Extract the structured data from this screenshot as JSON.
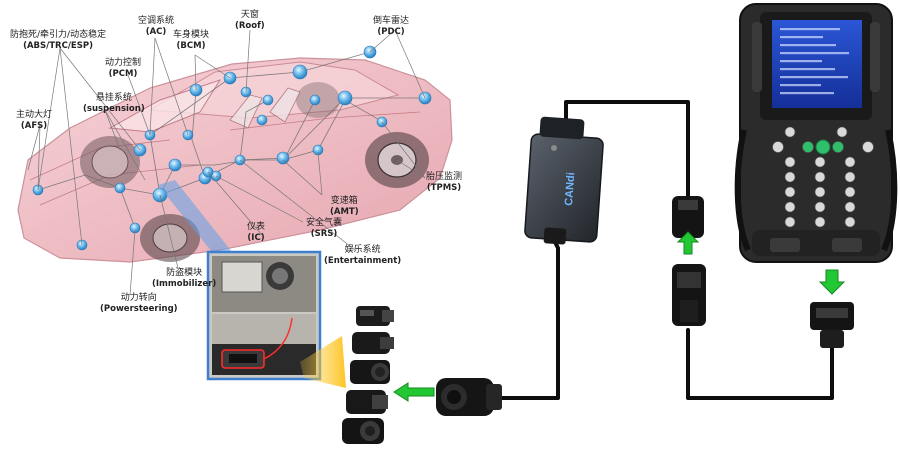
{
  "labels": {
    "abs": {
      "cn": "防抱死/牵引力/动态稳定",
      "en": "(ABS/TRC/ESP)"
    },
    "ac": {
      "cn": "空调系统",
      "en": "(AC)"
    },
    "bcm": {
      "cn": "车身模块",
      "en": "(BCM)"
    },
    "roof": {
      "cn": "天窗",
      "en": "(Roof)"
    },
    "pdc": {
      "cn": "倒车雷达",
      "en": "(PDC)"
    },
    "pcm": {
      "cn": "动力控制",
      "en": "(PCM)"
    },
    "suspension": {
      "cn": "悬挂系统",
      "en": "(suspension)"
    },
    "afs": {
      "cn": "主动大灯",
      "en": "(AFS)"
    },
    "tpms": {
      "cn": "胎压监测",
      "en": "(TPMS)"
    },
    "amt": {
      "cn": "变速箱",
      "en": "(AMT)"
    },
    "srs": {
      "cn": "安全气囊",
      "en": "(SRS)"
    },
    "ic": {
      "cn": "仪表",
      "en": "(IC)"
    },
    "entertainment": {
      "cn": "娱乐系统",
      "en": "(Entertainment)"
    },
    "immobilizer": {
      "cn": "防盗模块",
      "en": "(Immobilizer)"
    },
    "powersteering": {
      "cn": "动力转向",
      "en": "(Powersteering)"
    }
  },
  "interface_brand": "CANdi",
  "colors": {
    "car_body": "#e7a3ad",
    "node": "#5fb4e8",
    "inset_border": "#3f7fd0",
    "cable": "#0d0d0d",
    "arrow_green": "#22c833",
    "device_body": "#2b2b2b",
    "device_screen": "#1d3db3",
    "interface_box": "#3b4048"
  },
  "icons": {
    "scanner": "handheld-scanner-icon",
    "interface": "candi-interface-icon",
    "connector": "dlc-connector-icon",
    "adapter": "adapter-plug-icon",
    "arrow": "green-arrow-icon"
  }
}
